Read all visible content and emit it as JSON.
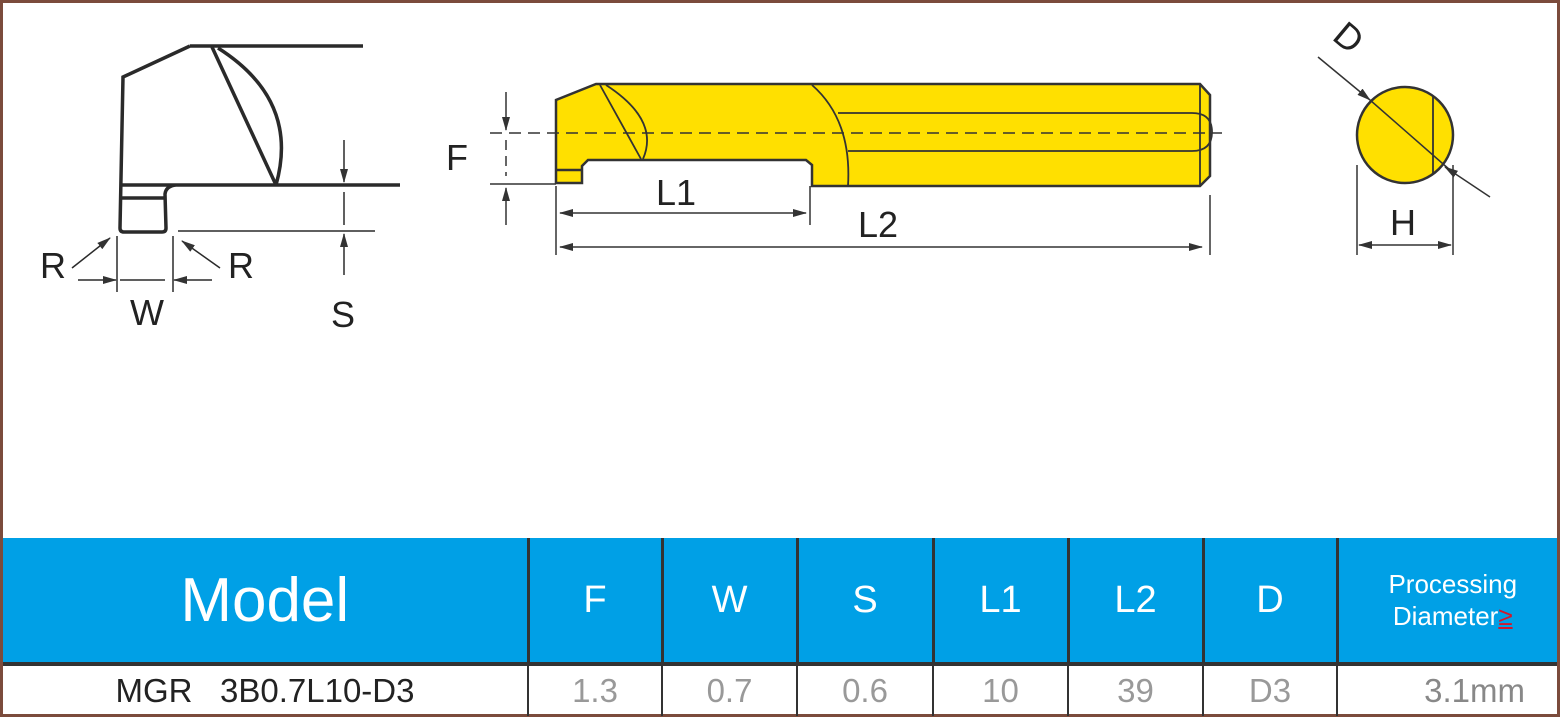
{
  "diagram": {
    "side_view_labels": {
      "r_left": "R",
      "r_right": "R",
      "w": "W",
      "s": "S"
    },
    "tool_view_labels": {
      "f": "F",
      "l1": "L1",
      "l2": "L2"
    },
    "end_view_labels": {
      "d": "D",
      "h": "H"
    },
    "colors": {
      "tool_fill": "#ffe000",
      "outline": "#333333",
      "header_bg": "#00a0e6",
      "frame": "#7b4b3c",
      "ge_symbol": "#d0192c"
    }
  },
  "table": {
    "headers": {
      "model": "Model",
      "f": "F",
      "w": "W",
      "s": "S",
      "l1": "L1",
      "l2": "L2",
      "d": "D",
      "proc_line1": "Processing",
      "proc_line2": "Diameter",
      "proc_symbol": "≥"
    },
    "rows": [
      {
        "model": "MGR   3B0.7L10-D3",
        "f": "1.3",
        "w": "0.7",
        "s": "0.6",
        "l1": "10",
        "l2": "39",
        "d": "D3",
        "proc": "3.1mm"
      }
    ]
  }
}
